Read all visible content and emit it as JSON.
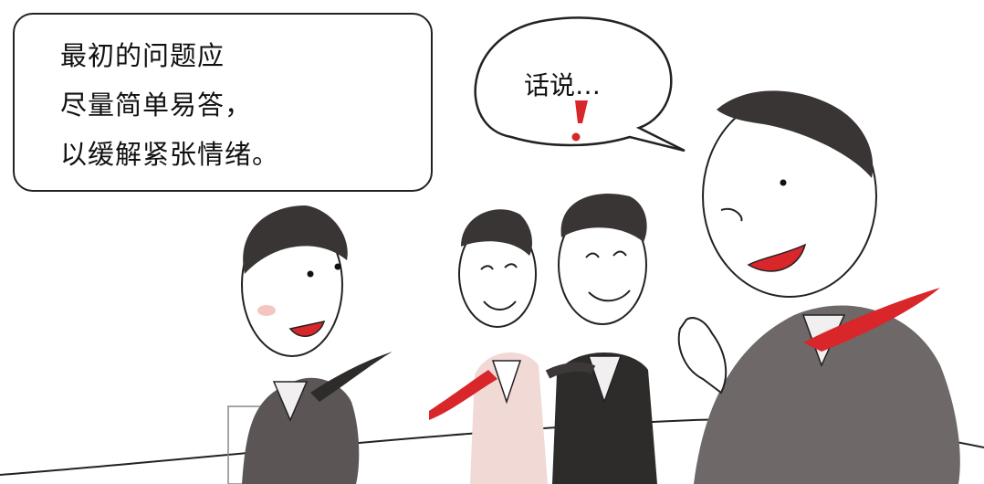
{
  "caption": {
    "lines": [
      "最初的问题应",
      "尽量简单易答，",
      "以缓解紧张情绪。"
    ]
  },
  "speech_bubble": {
    "text": "话说…",
    "mark": "!"
  },
  "colors": {
    "ink": "#1a1a1a",
    "suit_gray": "#6e6868",
    "suit_dark": "#3c3838",
    "tie_red": "#d8262a",
    "shirt_pink": "#f1d9d6",
    "hair_dark": "#2e2b2b"
  }
}
